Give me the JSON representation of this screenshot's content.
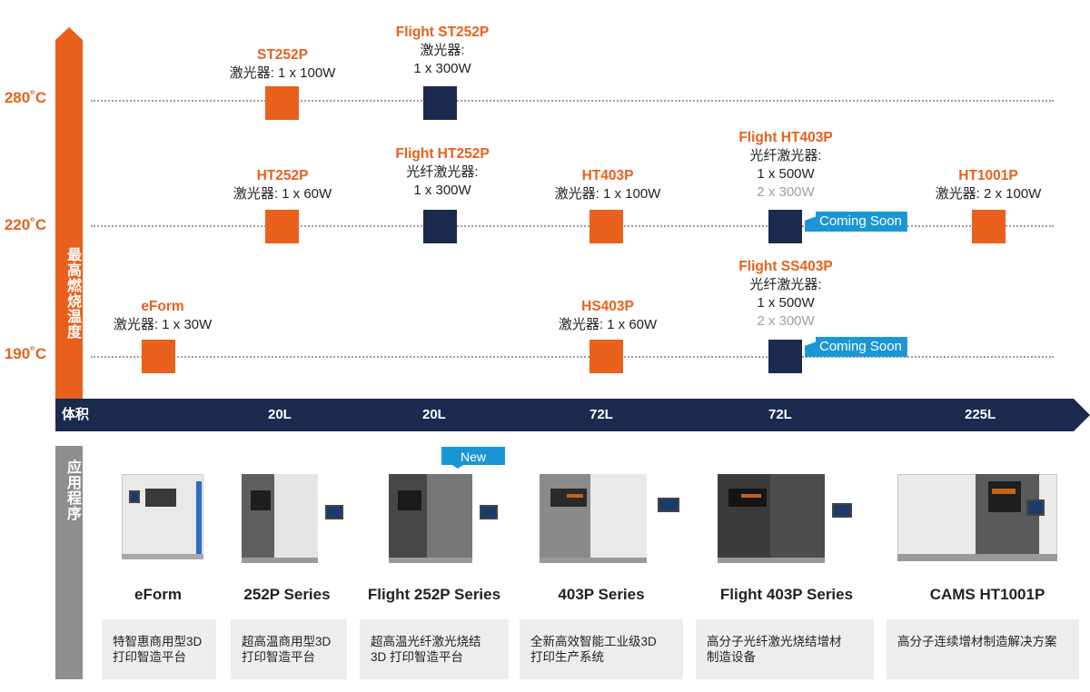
{
  "y_axis": {
    "label": "最高燃烧温度",
    "ticks": [
      "280˚C",
      "220˚C",
      "190˚C"
    ]
  },
  "x_axis": {
    "label": "体积",
    "volumes": [
      "20L",
      "20L",
      "72L",
      "72L",
      "225L"
    ]
  },
  "colors": {
    "orange": "#e8601c",
    "navy": "#1c2a4f",
    "blue_tag": "#1a96d6",
    "grey": "#8e8e8e"
  },
  "products": [
    {
      "name": "ST252P",
      "specs": [
        "激光器: 1 x 100W"
      ],
      "temp": "280˚C",
      "volume": "20L",
      "color": "orange"
    },
    {
      "name": "Flight ST252P",
      "specs": [
        "激光器:",
        "1 x 300W"
      ],
      "temp": "280˚C",
      "volume": "20L",
      "color": "navy"
    },
    {
      "name": "HT252P",
      "specs": [
        "激光器: 1 x 60W"
      ],
      "temp": "220˚C",
      "volume": "20L",
      "color": "orange"
    },
    {
      "name": "Flight HT252P",
      "specs": [
        "光纤激光器:",
        "1 x 300W"
      ],
      "temp": "220˚C",
      "volume": "20L",
      "color": "navy"
    },
    {
      "name": "HT403P",
      "specs": [
        "激光器: 1 x 100W"
      ],
      "temp": "220˚C",
      "volume": "72L",
      "color": "orange"
    },
    {
      "name": "Flight HT403P",
      "specs": [
        "光纤激光器:",
        "1 x 500W"
      ],
      "upcoming": "2 x 300W",
      "soon": "Coming Soon",
      "temp": "220˚C",
      "volume": "72L",
      "color": "navy"
    },
    {
      "name": "HT1001P",
      "specs": [
        "激光器: 2 x 100W"
      ],
      "temp": "220˚C",
      "volume": "225L",
      "color": "orange"
    },
    {
      "name": "eForm",
      "specs": [
        "激光器: 1 x 30W"
      ],
      "temp": "190˚C",
      "volume": "",
      "color": "orange"
    },
    {
      "name": "HS403P",
      "specs": [
        "激光器: 1 x 60W"
      ],
      "temp": "190˚C",
      "volume": "72L",
      "color": "orange"
    },
    {
      "name": "Flight SS403P",
      "specs": [
        "光纤激光器:",
        "1 x 500W"
      ],
      "upcoming": "2 x 300W",
      "soon": "Coming Soon",
      "temp": "190˚C",
      "volume": "72L",
      "color": "navy"
    }
  ],
  "applications": {
    "label": "应用程序",
    "new_tag": "New",
    "items": [
      {
        "series": "eForm",
        "desc": [
          "特智惠商用型3D",
          "打印智造平台"
        ]
      },
      {
        "series": "252P Series",
        "desc": [
          "超高温商用型3D",
          "打印智造平台"
        ]
      },
      {
        "series": "Flight 252P Series",
        "desc": [
          "超高温光纤激光烧结",
          "3D 打印智造平台"
        ]
      },
      {
        "series": "403P Series",
        "desc": [
          "全新高效智能工业级3D",
          "打印生产系统"
        ]
      },
      {
        "series": "Flight 403P Series",
        "desc": [
          "高分子光纤激光烧结增材",
          "制造设备"
        ]
      },
      {
        "series": "CAMS HT1001P",
        "desc": [
          "高分子连续增材制造解决方案"
        ]
      }
    ]
  }
}
